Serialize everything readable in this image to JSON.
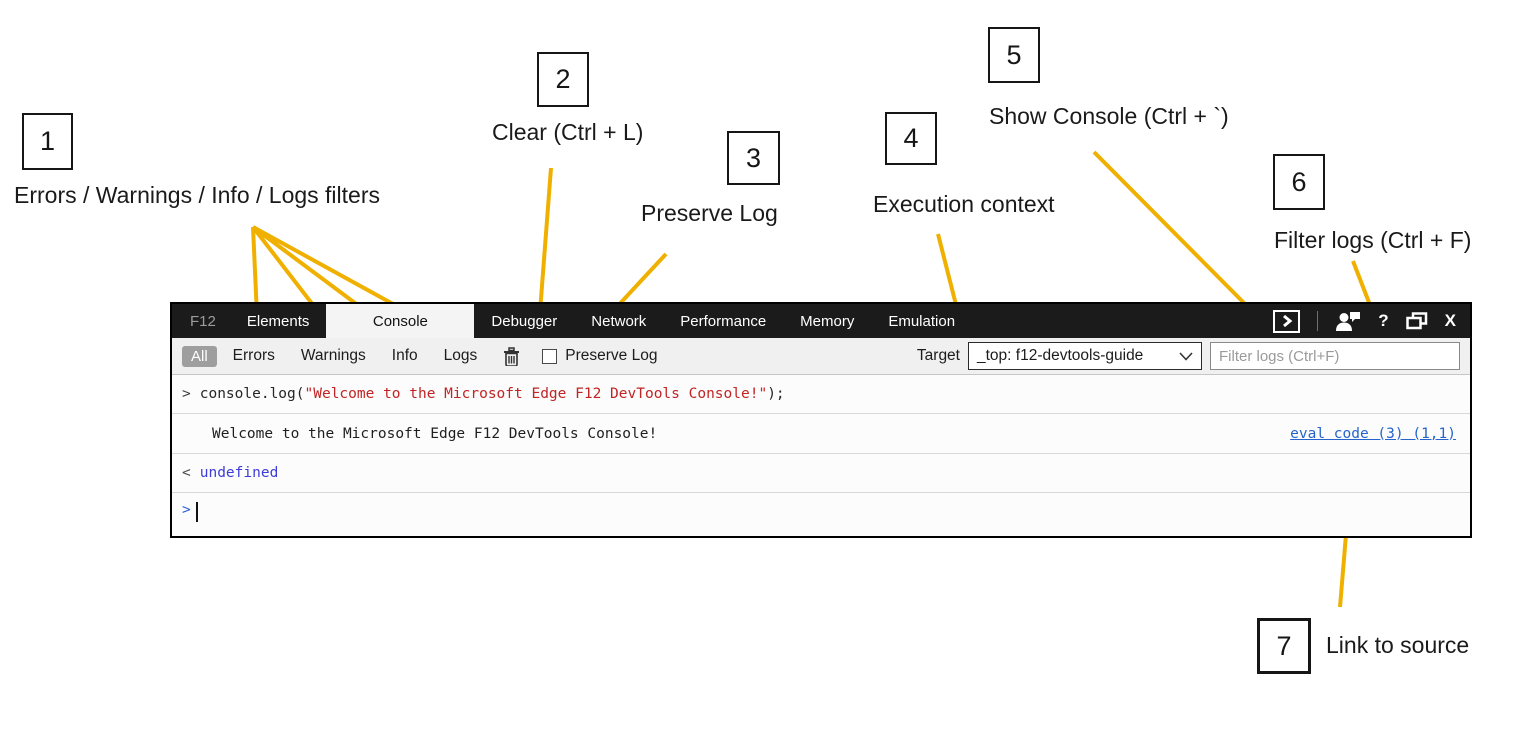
{
  "annotations": {
    "line_color": "#F0B000",
    "items": [
      {
        "number": "1",
        "label": "Errors / Warnings / Info / Logs filters"
      },
      {
        "number": "2",
        "label": "Clear (Ctrl + L)"
      },
      {
        "number": "3",
        "label": "Preserve Log"
      },
      {
        "number": "4",
        "label": "Execution context"
      },
      {
        "number": "5",
        "label": "Show Console (Ctrl + `)"
      },
      {
        "number": "6",
        "label": "Filter logs (Ctrl + F)"
      },
      {
        "number": "7",
        "label": "Link to source"
      }
    ]
  },
  "devtools": {
    "titlebar": {
      "tabs": [
        "F12",
        "Elements",
        "Console",
        "Debugger",
        "Network",
        "Performance",
        "Memory",
        "Emulation"
      ],
      "active_tab": "Console",
      "help_label": "?",
      "close_label": "X"
    },
    "toolbar": {
      "filters": [
        "All",
        "Errors",
        "Warnings",
        "Info",
        "Logs"
      ],
      "active_filter": "All",
      "preserve_log_label": "Preserve Log",
      "preserve_log_checked": false,
      "target_label": "Target",
      "target_value": "_top: f12-devtools-guide",
      "filter_placeholder": "Filter logs (Ctrl+F)"
    },
    "console": {
      "echo_prefix": ">",
      "echo_code_start": "console.log(",
      "echo_string": "\"Welcome to the Microsoft Edge F12 DevTools Console!\"",
      "echo_code_end": ");",
      "log_text": "Welcome to the Microsoft Edge F12 DevTools Console!",
      "source_link": "eval code (3) (1,1)",
      "result_prefix": "<",
      "result_value": "undefined",
      "prompt_prefix": ">"
    }
  }
}
